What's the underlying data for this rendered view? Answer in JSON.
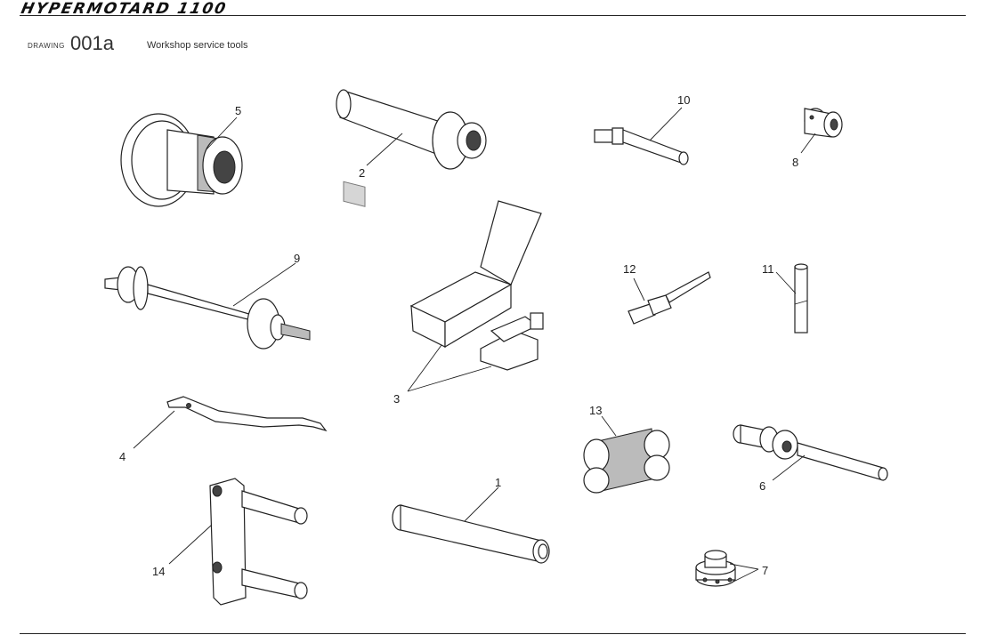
{
  "header": {
    "brand": "HYPERMOTARD 1100",
    "drawing_label": "DRAWING",
    "drawing_number": "001a",
    "title": "Workshop service tools"
  },
  "callouts": {
    "c1": "1",
    "c2": "2",
    "c3": "3",
    "c4": "4",
    "c5": "5",
    "c6": "6",
    "c7": "7",
    "c8": "8",
    "c9": "9",
    "c10": "10",
    "c11": "11",
    "c12": "12",
    "c13": "13",
    "c14": "14"
  }
}
